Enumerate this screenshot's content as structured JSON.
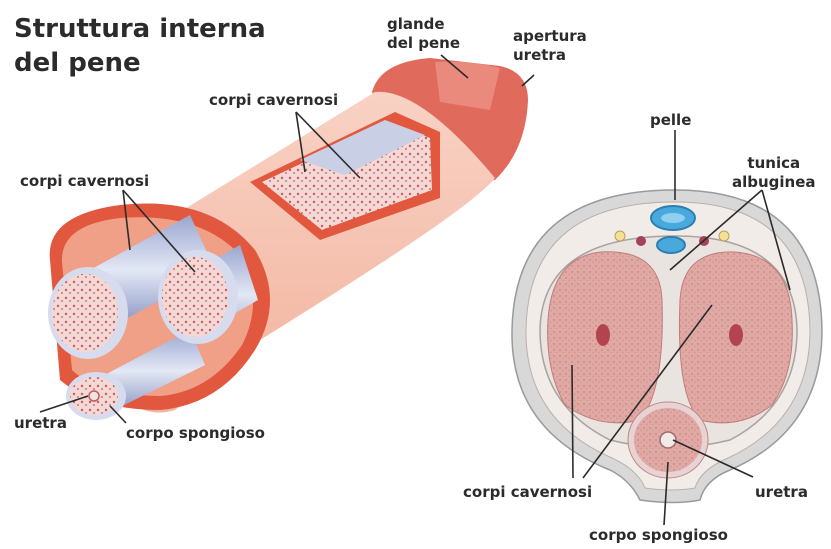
{
  "title": {
    "line1": "Struttura interna",
    "line2": "del pene"
  },
  "labels": {
    "glande_line1": "glande",
    "glande_line2": "del pene",
    "apertura_line1": "apertura",
    "apertura_line2": "uretra",
    "corpi_cavernosi_top": "corpi cavernosi",
    "corpi_cavernosi_left": "corpi cavernosi",
    "uretra_left": "uretra",
    "corpo_spongioso_left": "corpo spongioso",
    "pelle": "pelle",
    "tunica_line1": "tunica",
    "tunica_line2": "albuginea",
    "corpi_cavernosi_right": "corpi cavernosi",
    "uretra_right": "uretra",
    "corpo_spongioso_right": "corpo spongioso"
  },
  "colors": {
    "skin": "#f6c3b2",
    "skin_dark": "#e9a08a",
    "red_tissue": "#e2583f",
    "glans": "#e0685a",
    "tunica_blue": "#b9c3dd",
    "spongy": "#c98a8a",
    "vein_blue": "#3fa6d8"
  }
}
